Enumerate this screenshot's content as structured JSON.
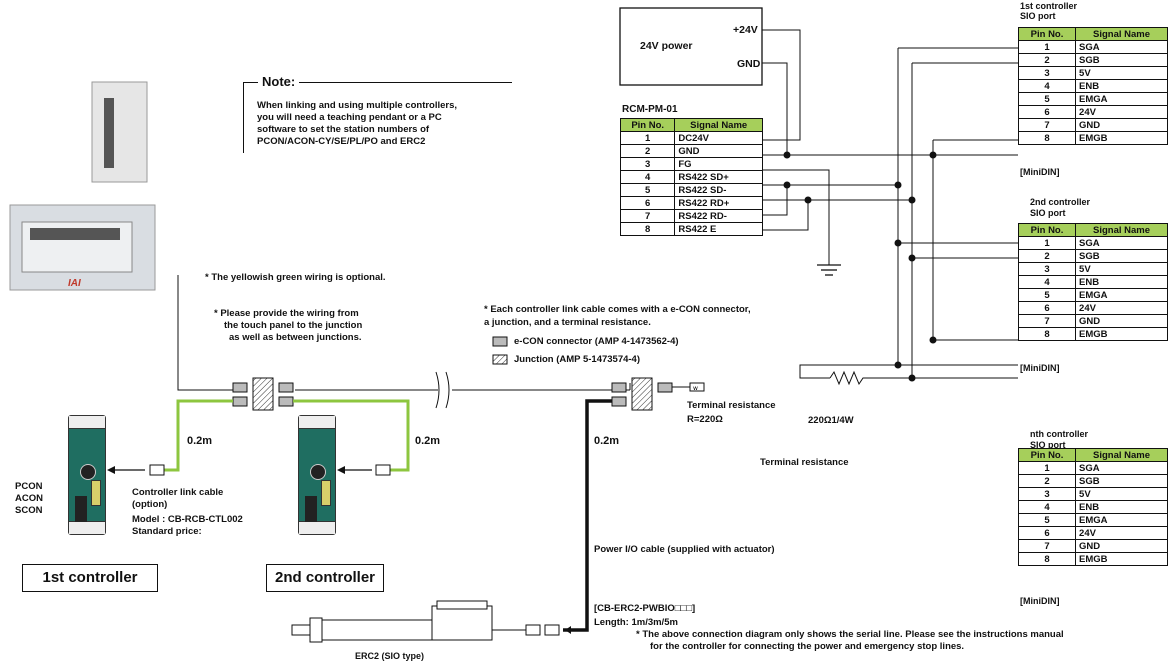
{
  "power": {
    "title": "24V power",
    "plus": "+24V",
    "gnd": "GND"
  },
  "rcm": {
    "title": "RCM-PM-01",
    "headers": [
      "Pin No.",
      "Signal Name"
    ],
    "rows": [
      [
        "1",
        "DC24V"
      ],
      [
        "2",
        "GND"
      ],
      [
        "3",
        "FG"
      ],
      [
        "4",
        "RS422 SD+"
      ],
      [
        "5",
        "RS422 SD-"
      ],
      [
        "6",
        "RS422 RD+"
      ],
      [
        "7",
        "RS422 RD-"
      ],
      [
        "8",
        "RS422 E"
      ]
    ]
  },
  "note": {
    "title": "Note:",
    "lines": [
      "When linking and using multiple controllers,",
      "you will need a teaching pendant or a PC",
      "software to set the station numbers of",
      "PCON/ACON-CY/SE/PL/PO and ERC2"
    ]
  },
  "remarks": {
    "yellow": "* The yellowish green wiring is optional.",
    "provide1": "* Please provide the wiring from",
    "provide2": "the touch panel to the junction",
    "provide3": "as well as between junctions.",
    "each1": "* Each controller link cable comes with a e-CON connector,",
    "each2": "a junction, and a terminal resistance.",
    "econ": "e-CON connector (AMP 4-1473562-4)",
    "junction": "Junction (AMP 5-1473574-4)",
    "bottom1": "* The above connection diagram only shows the serial line. Please see the instructions manual",
    "bottom2": "for the controller for connecting the power and emergency stop lines."
  },
  "controllers": [
    {
      "title1": "1st controller",
      "title2": "SIO port",
      "footer": "[MiniDIN]"
    },
    {
      "title1": "2nd controller",
      "title2": "SIO port",
      "footer": "[MiniDIN]"
    },
    {
      "title1": "nth controller",
      "title2": "SIO port",
      "footer": "[MiniDIN]"
    }
  ],
  "sio": {
    "headers": [
      "Pin No.",
      "Signal Name"
    ],
    "rows": [
      [
        "1",
        "SGA"
      ],
      [
        "2",
        "SGB"
      ],
      [
        "3",
        "5V"
      ],
      [
        "4",
        "ENB"
      ],
      [
        "5",
        "EMGA"
      ],
      [
        "6",
        "24V"
      ],
      [
        "7",
        "GND"
      ],
      [
        "8",
        "EMGB"
      ]
    ]
  },
  "labels": {
    "len1": "0.2m",
    "len2": "0.2m",
    "len3": "0.2m",
    "term1": "Terminal resistance",
    "term1b": "R=220Ω",
    "term2": "Terminal resistance",
    "term2b": "220Ω1/4W",
    "pcon": "PCON",
    "acon": "ACON",
    "scon": "SCON",
    "cable1": "Controller link cable",
    "cable2": "(option)",
    "model": "Model :  CB-RCB-CTL002",
    "price": "Standard price:",
    "ctl1": "1st controller",
    "ctl2": "2nd controller",
    "power_io": "Power I/O cable (supplied with actuator)",
    "erc_cable": "[CB-ERC2-PWBIO□□□]",
    "erc_len": "Length: 1m/3m/5m",
    "erc2": "ERC2 (SIO type)",
    "panel_brand": "IAI"
  },
  "colors": {
    "green": "#8dc63f",
    "header": "#a6cf5b",
    "device": "#1f6e61"
  }
}
